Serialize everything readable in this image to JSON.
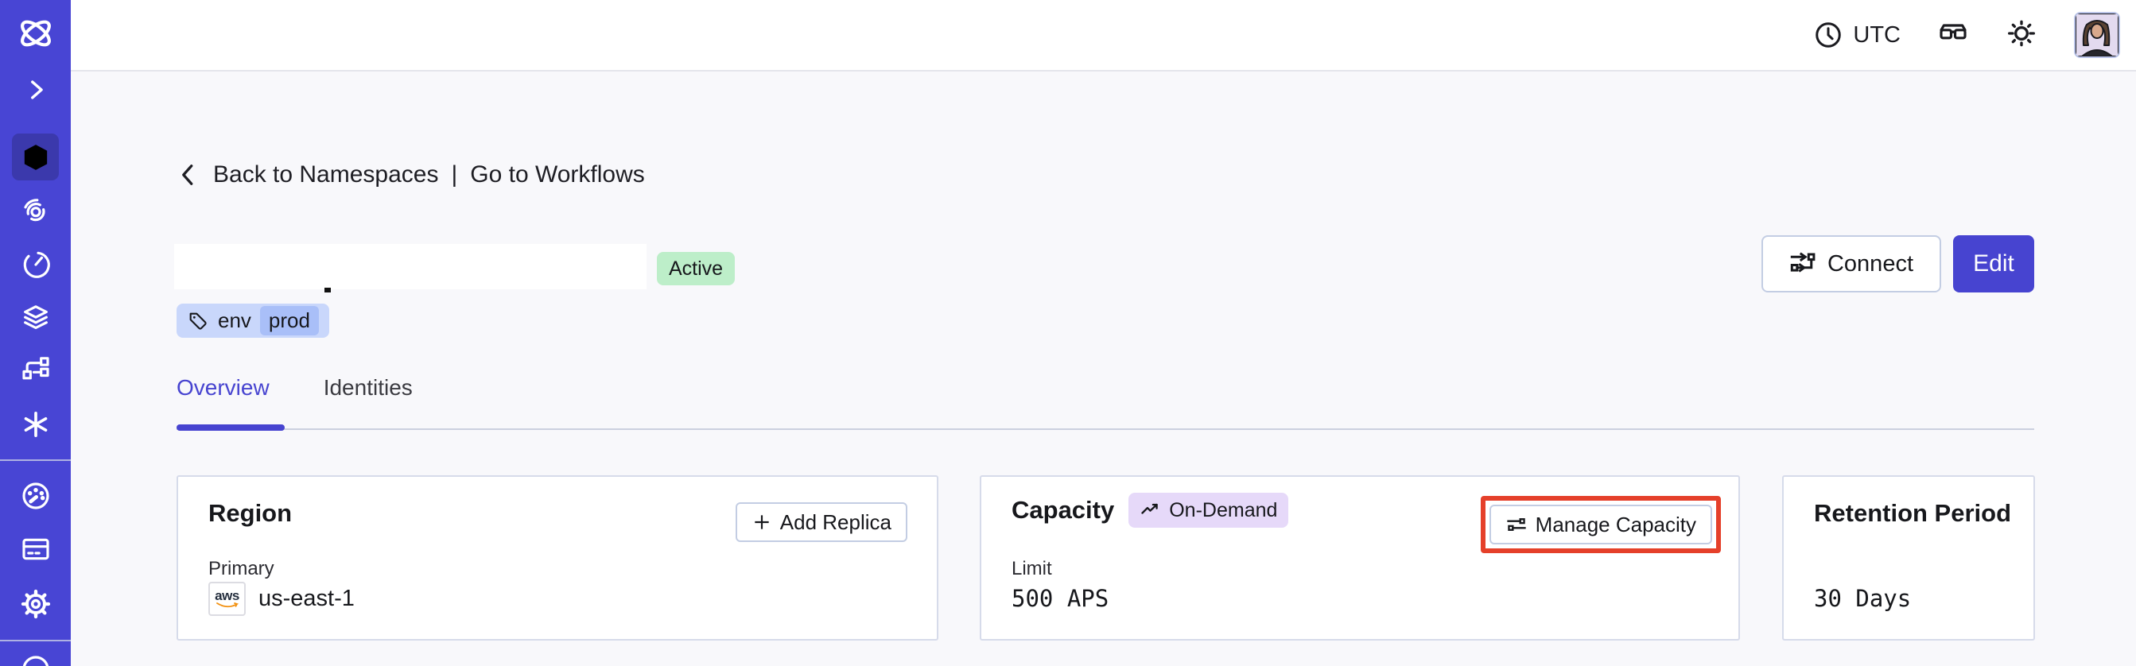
{
  "topbar": {
    "timezone_label": "UTC"
  },
  "breadcrumb": {
    "back_label": "Back to Namespaces",
    "divider": "|",
    "workflows_label": "Go to Workflows"
  },
  "header": {
    "status_badge": "Active",
    "tag_key": "env",
    "tag_value": "prod",
    "connect_label": "Connect",
    "edit_label": "Edit"
  },
  "tabs": {
    "overview": "Overview",
    "identities": "Identities"
  },
  "cards": {
    "region": {
      "title": "Region",
      "add_replica_label": "Add Replica",
      "primary_label": "Primary",
      "provider_label": "aws",
      "value": "us-east-1"
    },
    "capacity": {
      "title": "Capacity",
      "badge": "On-Demand",
      "manage_label": "Manage Capacity",
      "limit_label": "Limit",
      "value": "500 APS"
    },
    "retention": {
      "title": "Retention Period",
      "value": "30 Days"
    }
  },
  "colors": {
    "sidebar": "#4845D4",
    "sidebar_active": "#3B39AC",
    "accent": "#4744D0",
    "status_green": "#BDEEC9",
    "badge_purple": "#E6D9F9",
    "tag_outer": "#C9D7FB",
    "tag_inner": "#A9BFF8",
    "highlight_red": "#E5402A",
    "aws_orange": "#F29111",
    "page_bg": "#F8F8FB"
  }
}
